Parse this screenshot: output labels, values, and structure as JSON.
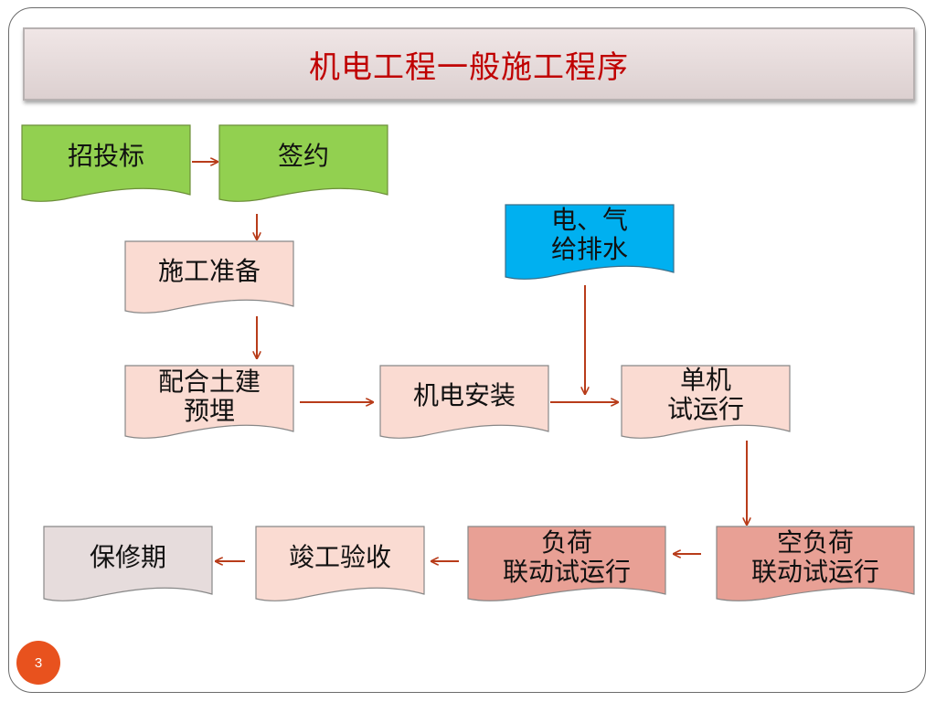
{
  "title": "机电工程一般施工程序",
  "page_number": "3",
  "colors": {
    "title_text": "#c00000",
    "green_node": "#92d050",
    "blue_node": "#00b0f0",
    "light_pink_node": "#fadbd2",
    "salmon_node": "#e8a095",
    "grey_node": "#e6dcdc",
    "arrow": "#b83c1a"
  },
  "nodes": {
    "bidding": "招投标",
    "contract": "签约",
    "preparation": "施工准备",
    "civil_line1": "配合土建",
    "civil_line2": "预埋",
    "utilities_line1": "电、气",
    "utilities_line2": "给排水",
    "installation": "机电安装",
    "single_test_line1": "单机",
    "single_test_line2": "试运行",
    "no_load_test_line1": "空负荷",
    "no_load_test_line2": "联动试运行",
    "load_test_line1": "负荷",
    "load_test_line2": "联动试运行",
    "acceptance": "竣工验收",
    "warranty": "保修期"
  }
}
